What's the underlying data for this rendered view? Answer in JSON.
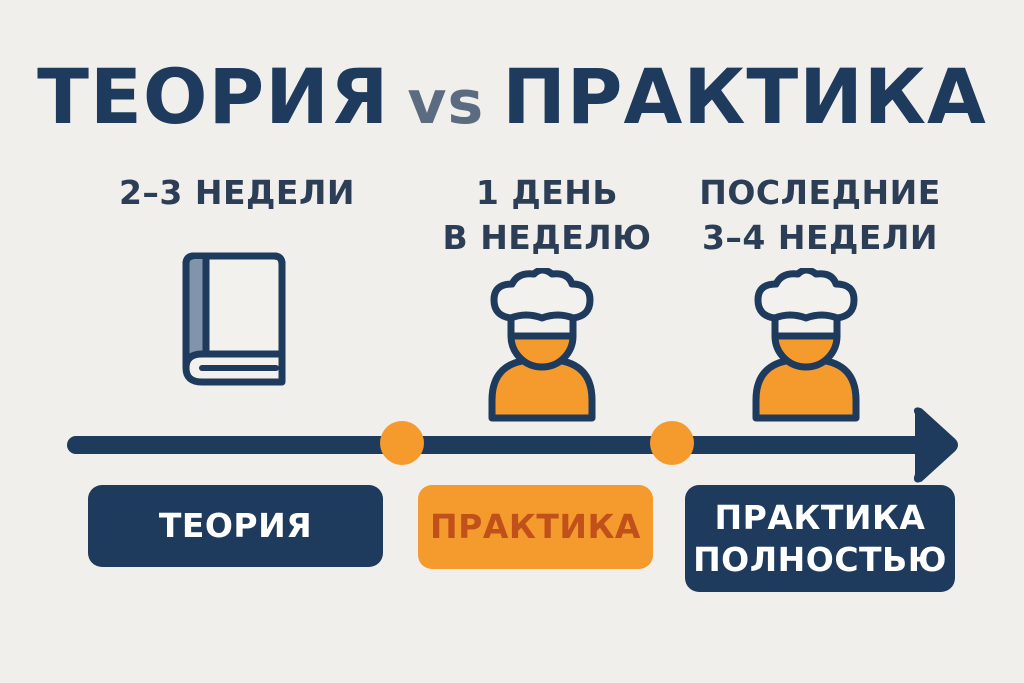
{
  "title": {
    "left": "ТЕОРИЯ",
    "vs": "vs",
    "right": "ПРАКТИКА"
  },
  "colors": {
    "background": "#f1efec",
    "navy": "#1e3a5c",
    "orange": "#f59a2c",
    "orange_text": "#c0511a",
    "slate": "#5b6b80"
  },
  "stages": [
    {
      "duration_lines": [
        "2–3 НЕДЕЛИ"
      ],
      "icon": "book-icon",
      "box_lines": [
        "ТЕОРИЯ"
      ],
      "box_style": "navy"
    },
    {
      "duration_lines": [
        "1 ДЕНЬ",
        "В НЕДЕЛЮ"
      ],
      "icon": "chef-icon",
      "box_lines": [
        "ПРАКТИКА"
      ],
      "box_style": "orange"
    },
    {
      "duration_lines": [
        "ПОСЛЕДНИЕ",
        "3–4 НЕДЕЛИ"
      ],
      "icon": "chef-icon",
      "box_lines": [
        "ПРАКТИКА",
        "ПОЛНОСТЬЮ"
      ],
      "box_style": "navy"
    }
  ],
  "timeline": {
    "direction": "left-to-right",
    "milestones": 2
  }
}
